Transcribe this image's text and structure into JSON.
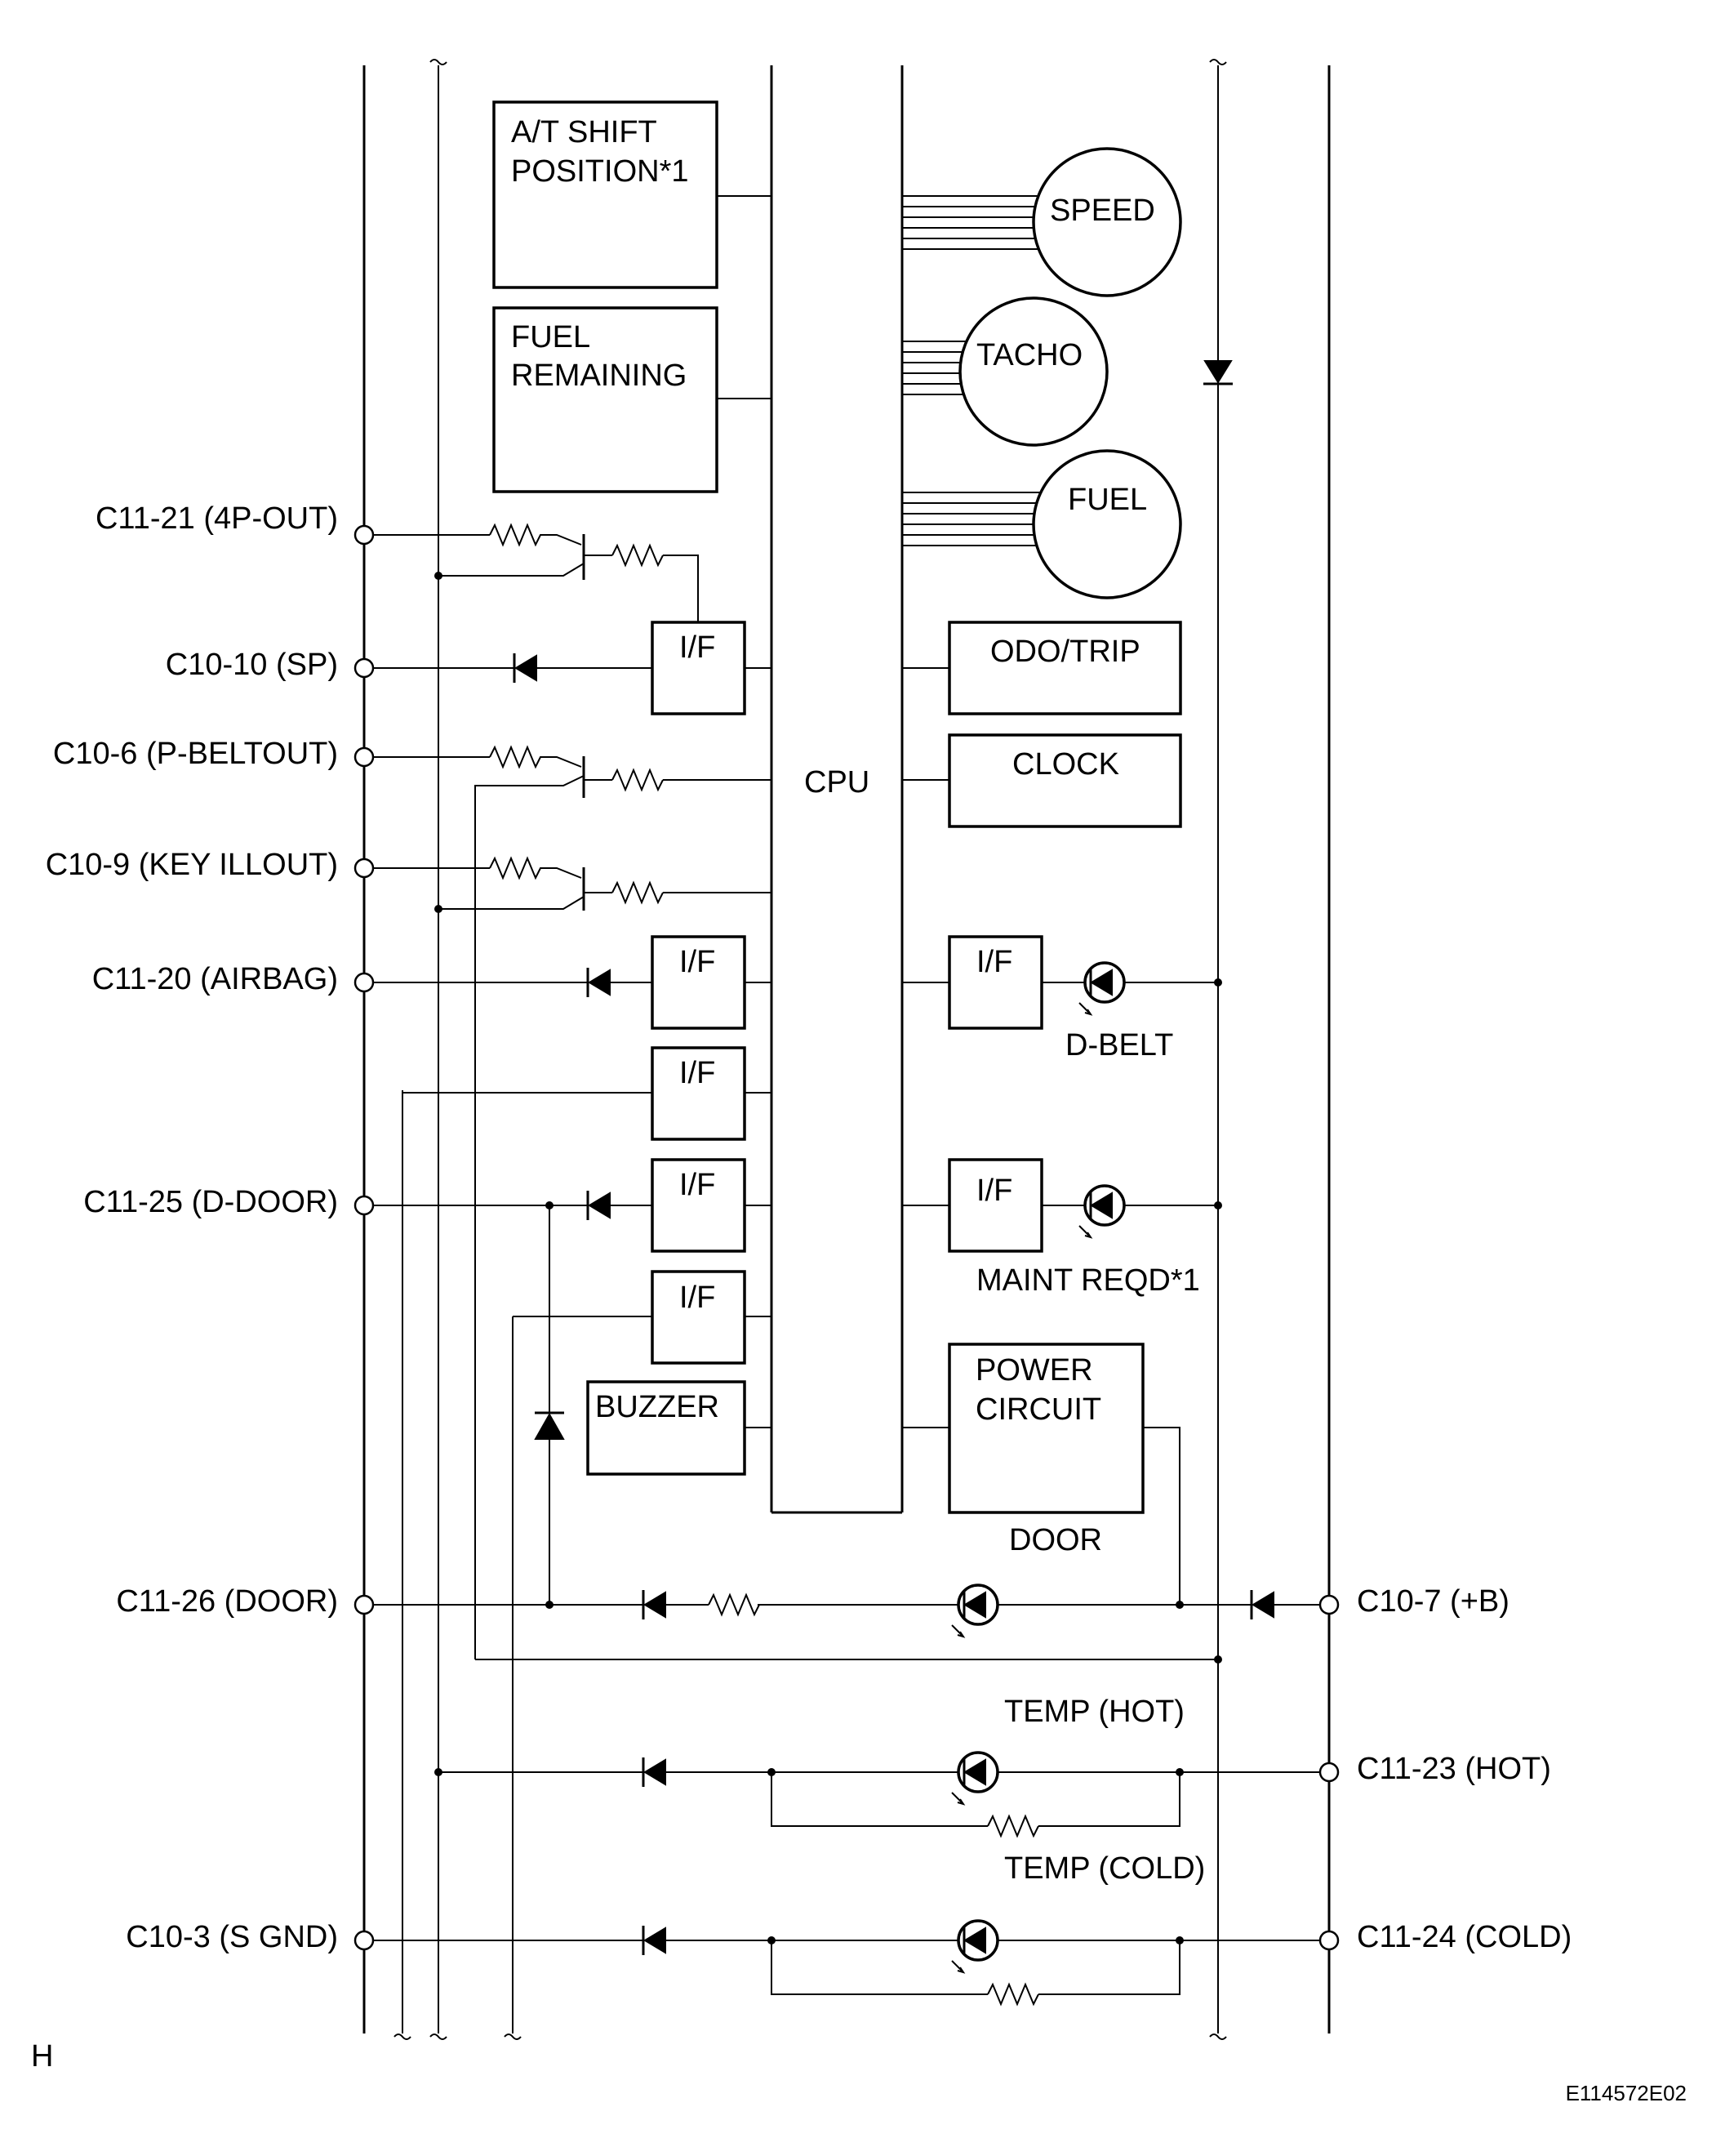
{
  "connectors_left": {
    "c11_21": "C11-21 (4P-OUT)",
    "c10_10": "C10-10 (SP)",
    "c10_6": "C10-6 (P-BELTOUT)",
    "c10_9": "C10-9 (KEY ILLOUT)",
    "c11_20": "C11-20 (AIRBAG)",
    "c11_25": "C11-25 (D-DOOR)",
    "c11_26": "C11-26 (DOOR)",
    "c10_3": "C10-3 (S GND)"
  },
  "connectors_right": {
    "c10_7": "C10-7 (+B)",
    "c11_23": "C11-23 (HOT)",
    "c11_24": "C11-24 (COLD)"
  },
  "blocks": {
    "at_shift_line1": "A/T SHIFT",
    "at_shift_line2": "POSITION*1",
    "fuel_remaining_line1": "FUEL",
    "fuel_remaining_line2": "REMAINING",
    "cpu": "CPU",
    "interface": "I/F",
    "buzzer": "BUZZER",
    "odo_trip": "ODO/TRIP",
    "clock": "CLOCK",
    "power_circuit_line1": "POWER",
    "power_circuit_line2": "CIRCUIT"
  },
  "gauges": {
    "speed": "SPEED",
    "tacho": "TACHO",
    "fuel": "FUEL"
  },
  "indicators": {
    "d_belt": "D-BELT",
    "maint_reqd": "MAINT REQD*1",
    "door": "DOOR",
    "temp_hot": "TEMP (HOT)",
    "temp_cold": "TEMP (COLD)"
  },
  "footer": {
    "corner_letter": "H",
    "figure_code": "E114572E02"
  },
  "colors": {
    "line": "#000000",
    "background": "#ffffff"
  }
}
